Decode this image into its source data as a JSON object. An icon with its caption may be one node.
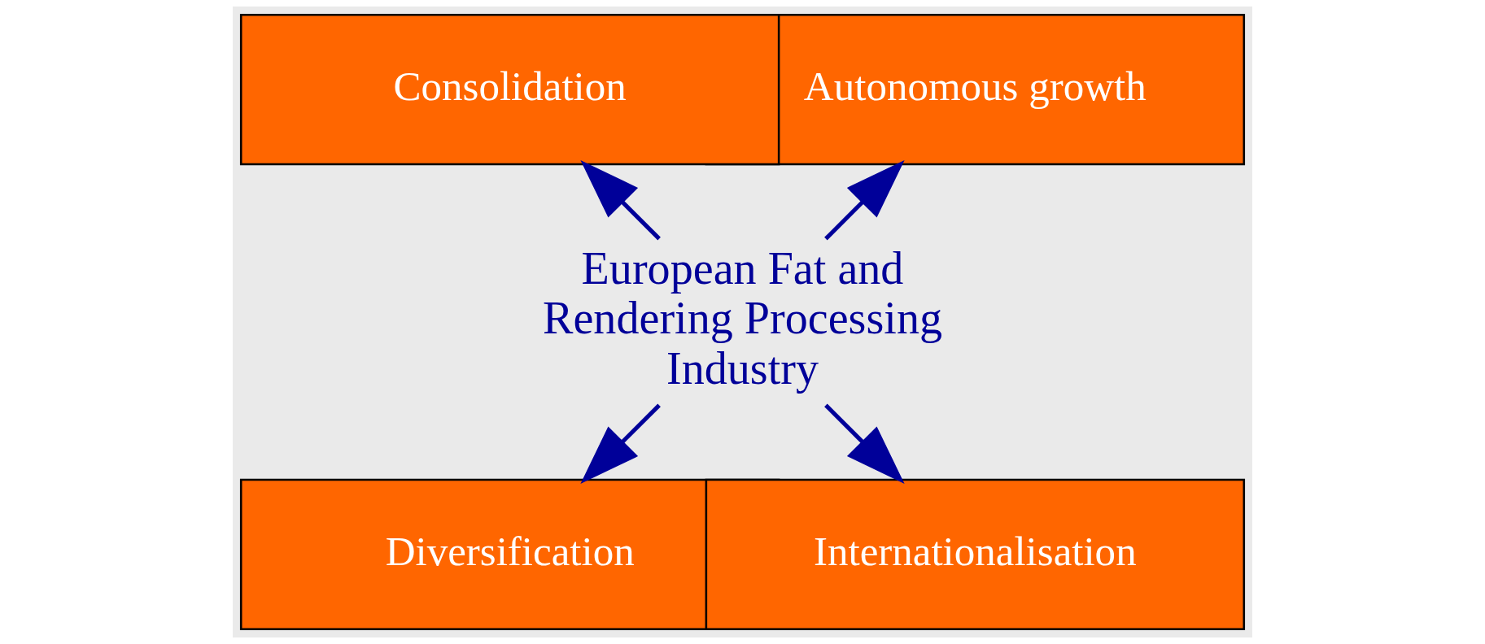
{
  "diagram": {
    "nodes": [
      {
        "text": [
          "Autonomous growth"
        ]
      },
      {
        "text": [
          "Consolidation"
        ]
      },
      {
        "text": [
          "European Fat and Rendering Processing Industry"
        ]
      },
      {
        "text": [
          "Diversification"
        ]
      },
      {
        "text": [
          "Internationalisation"
        ]
      }
    ],
    "edges": [
      {
        "from": 2,
        "to": 0,
        "arrow": "to"
      },
      {
        "from": 2,
        "to": 1,
        "arrow": "to"
      },
      {
        "from": 2,
        "to": 3,
        "arrow": "to"
      },
      {
        "from": 2,
        "to": 4,
        "arrow": "to"
      }
    ]
  }
}
